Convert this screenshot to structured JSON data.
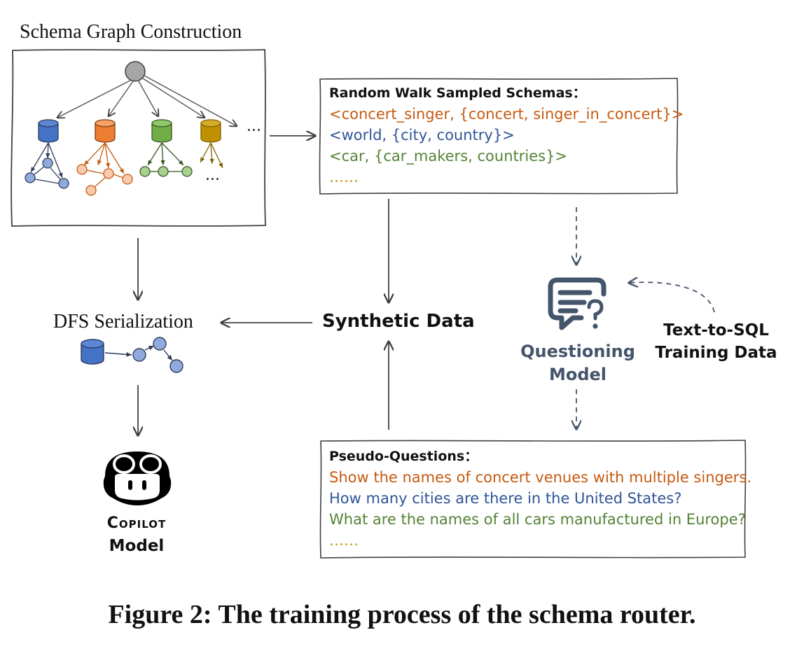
{
  "labels": {
    "schema_graph": "Schema Graph Construction",
    "dfs": "DFS Serialization",
    "synthetic": "Synthetic Data",
    "questioning_line1": "Questioning",
    "questioning_line2": "Model",
    "t2s_line1": "Text-to-SQL",
    "t2s_line2": "Training Data",
    "copilot_line1": "Copilot",
    "copilot_line2": "Model",
    "ellipsis": "..."
  },
  "schemas_box": {
    "title": "Random Walk Sampled Schemas：",
    "lines": [
      "<concert_singer, {concert, singer_in_concert}>",
      "<world, {city, country}>",
      "<car, {car_makers, countries}>",
      "……"
    ]
  },
  "questions_box": {
    "title": "Pseudo-Questions：",
    "lines": [
      "Show the names of concert venues with multiple singers.",
      "How many cities are there in the United States?",
      "What are the names of all cars manufactured in Europe?",
      "……"
    ]
  },
  "caption": "Figure 2: The training process of the schema router.",
  "colors": {
    "blue": "#4472c4",
    "orange": "#ed7d31",
    "green": "#70ad47",
    "gold": "#bf9000",
    "gray": "#a6a6a6",
    "slate": "#44546a"
  }
}
